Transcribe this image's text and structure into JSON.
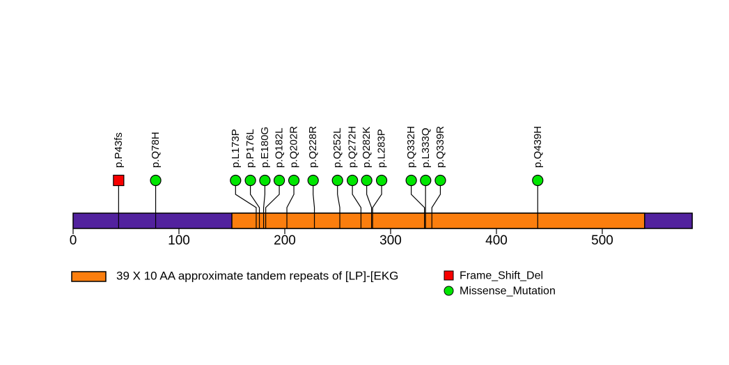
{
  "chart_data": {
    "type": "lollipop",
    "title": "",
    "protein_length": 585,
    "xlim": [
      0,
      585
    ],
    "axis_ticks": [
      0,
      100,
      200,
      300,
      400,
      500
    ],
    "backbone_color": "#52229E",
    "colors": {
      "background": "#FFFFFF",
      "backbone": "#52229E",
      "domain": "#FB7E0E",
      "missense": "#00E600",
      "frame_shift_del": "#F80000",
      "stem": "#000000",
      "text": "#000000"
    },
    "domains": [
      {
        "label": "39 X 10 AA approximate tandem repeats of [LP]-[EKG",
        "start": 150,
        "end": 540,
        "color": "#FB7E0E"
      }
    ],
    "mutation_types": [
      {
        "label": "Frame_Shift_Del",
        "shape": "square",
        "color": "#F80000"
      },
      {
        "label": "Missense_Mutation",
        "shape": "circle",
        "color": "#00E600"
      }
    ],
    "mutations": [
      {
        "label": "p.P43fs",
        "pos": 43,
        "type": "Frame_Shift_Del",
        "label_pos": 43
      },
      {
        "label": "p.Q78H",
        "pos": 78,
        "type": "Missense_Mutation",
        "label_pos": 78
      },
      {
        "label": "p.L173P",
        "pos": 173,
        "type": "Missense_Mutation",
        "label_pos": 153.5
      },
      {
        "label": "p.P176L",
        "pos": 176,
        "type": "Missense_Mutation",
        "label_pos": 167.5
      },
      {
        "label": "p.E180G",
        "pos": 180,
        "type": "Missense_Mutation",
        "label_pos": 181.2
      },
      {
        "label": "p.Q182L",
        "pos": 182,
        "type": "Missense_Mutation",
        "label_pos": 194.8
      },
      {
        "label": "p.Q202R",
        "pos": 202,
        "type": "Missense_Mutation",
        "label_pos": 208.6
      },
      {
        "label": "p.Q228R",
        "pos": 228,
        "type": "Missense_Mutation",
        "label_pos": 226.8
      },
      {
        "label": "p.Q252L",
        "pos": 252,
        "type": "Missense_Mutation",
        "label_pos": 249.8
      },
      {
        "label": "p.Q272H",
        "pos": 272,
        "type": "Missense_Mutation",
        "label_pos": 263.9
      },
      {
        "label": "p.Q282K",
        "pos": 282,
        "type": "Missense_Mutation",
        "label_pos": 277.4
      },
      {
        "label": "p.L283P",
        "pos": 283,
        "type": "Missense_Mutation",
        "label_pos": 291.5
      },
      {
        "label": "p.Q332H",
        "pos": 332,
        "type": "Missense_Mutation",
        "label_pos": 319.5
      },
      {
        "label": "p.L333Q",
        "pos": 333,
        "type": "Missense_Mutation",
        "label_pos": 333.1
      },
      {
        "label": "p.Q339R",
        "pos": 339,
        "type": "Missense_Mutation",
        "label_pos": 347.0
      },
      {
        "label": "p.Q439H",
        "pos": 439,
        "type": "Missense_Mutation",
        "label_pos": 439
      }
    ]
  }
}
